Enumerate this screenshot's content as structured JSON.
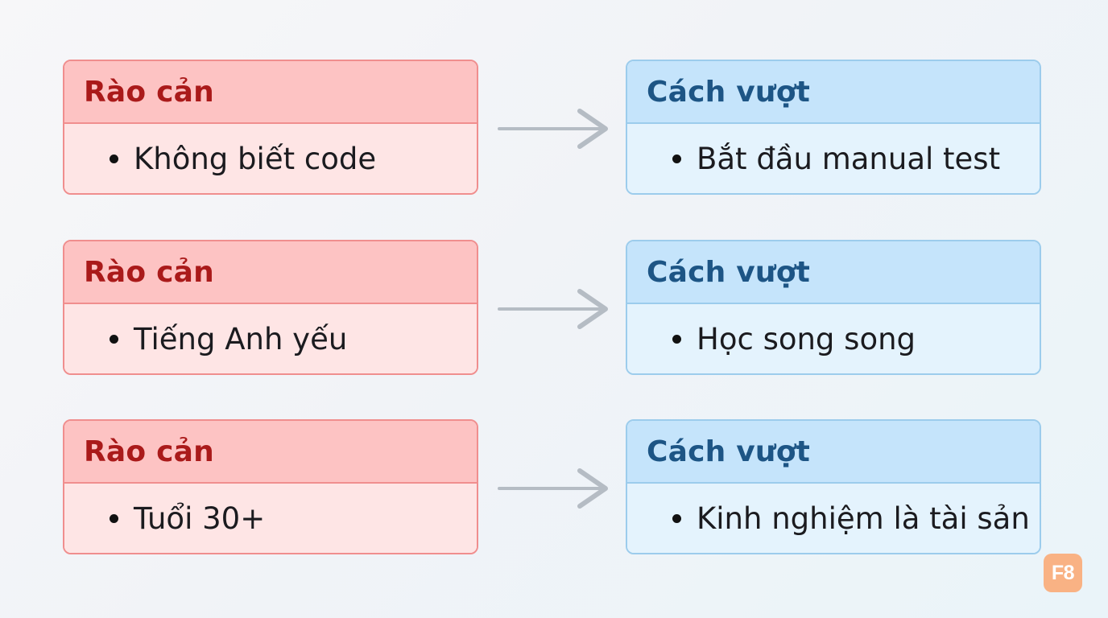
{
  "rows": [
    {
      "barrier": {
        "heading": "Rào cản",
        "item": "Không biết code"
      },
      "solution": {
        "heading": "Cách vượt",
        "item": "Bắt đầu manual test"
      }
    },
    {
      "barrier": {
        "heading": "Rào cản",
        "item": "Tiếng Anh yếu"
      },
      "solution": {
        "heading": "Cách vượt",
        "item": "Học song song"
      }
    },
    {
      "barrier": {
        "heading": "Rào cản",
        "item": "Tuổi 30+"
      },
      "solution": {
        "heading": "Cách vượt",
        "item": "Kinh nghiệm là tài sản"
      }
    }
  ],
  "logo": {
    "text": "F8"
  },
  "colors": {
    "barrier_accent": "#aa1a1a",
    "barrier_border": "#f08e8e",
    "solution_accent": "#1d5585",
    "solution_border": "#9cccec",
    "arrow": "#b5bcc4",
    "logo_bg": "#f9b284"
  }
}
